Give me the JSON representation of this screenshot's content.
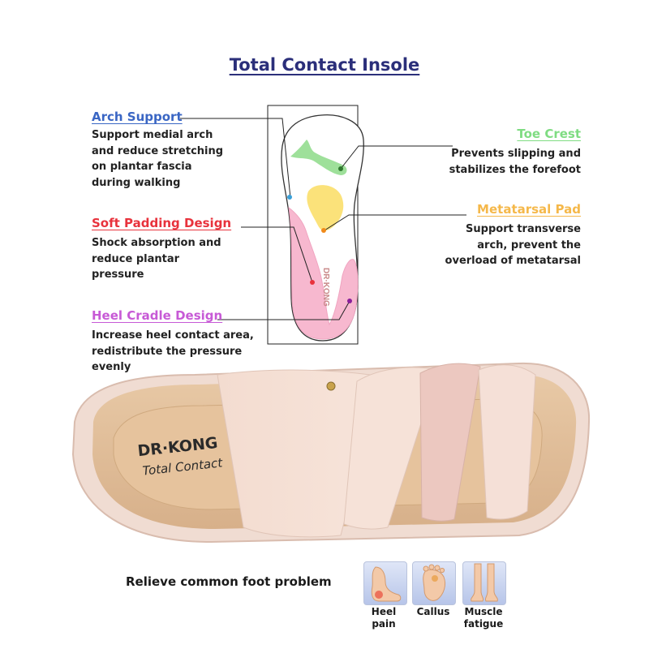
{
  "title": "Total Contact Insole",
  "insole_logo": "DR·KONG",
  "features": {
    "arch_support": {
      "title": "Arch Support",
      "color": "#3a66c4",
      "lines": [
        "Support medial arch",
        "and reduce stretching",
        "on plantar fascia",
        "during walking"
      ]
    },
    "soft_padding": {
      "title": "Soft Padding Design",
      "color": "#e8323c",
      "lines": [
        "Shock absorption and",
        "reduce plantar",
        "pressure"
      ]
    },
    "heel_cradle": {
      "title": "Heel Cradle Design",
      "color": "#c75ad6",
      "lines": [
        "Increase heel contact area,",
        "redistribute the pressure",
        "evenly"
      ]
    },
    "toe_crest": {
      "title": "Toe Crest",
      "color": "#7fdc82",
      "lines": [
        "Prevents slipping and",
        "stabilizes the forefoot"
      ]
    },
    "metatarsal_pad": {
      "title": "Metatarsal Pad",
      "color": "#f5b84a",
      "lines": [
        "Support transverse",
        "arch, prevent the",
        "overload of metatarsal"
      ]
    }
  },
  "sandal": {
    "brand": "DR·KONG",
    "tagline": "Total Contact"
  },
  "problems": {
    "title": "Relieve common foot problem",
    "items": [
      {
        "icon": "heel-foot-icon",
        "label": "Heel pain"
      },
      {
        "icon": "sole-foot-icon",
        "label": "Callus"
      },
      {
        "icon": "legs-icon",
        "label": "Muscle fatigue"
      }
    ]
  }
}
